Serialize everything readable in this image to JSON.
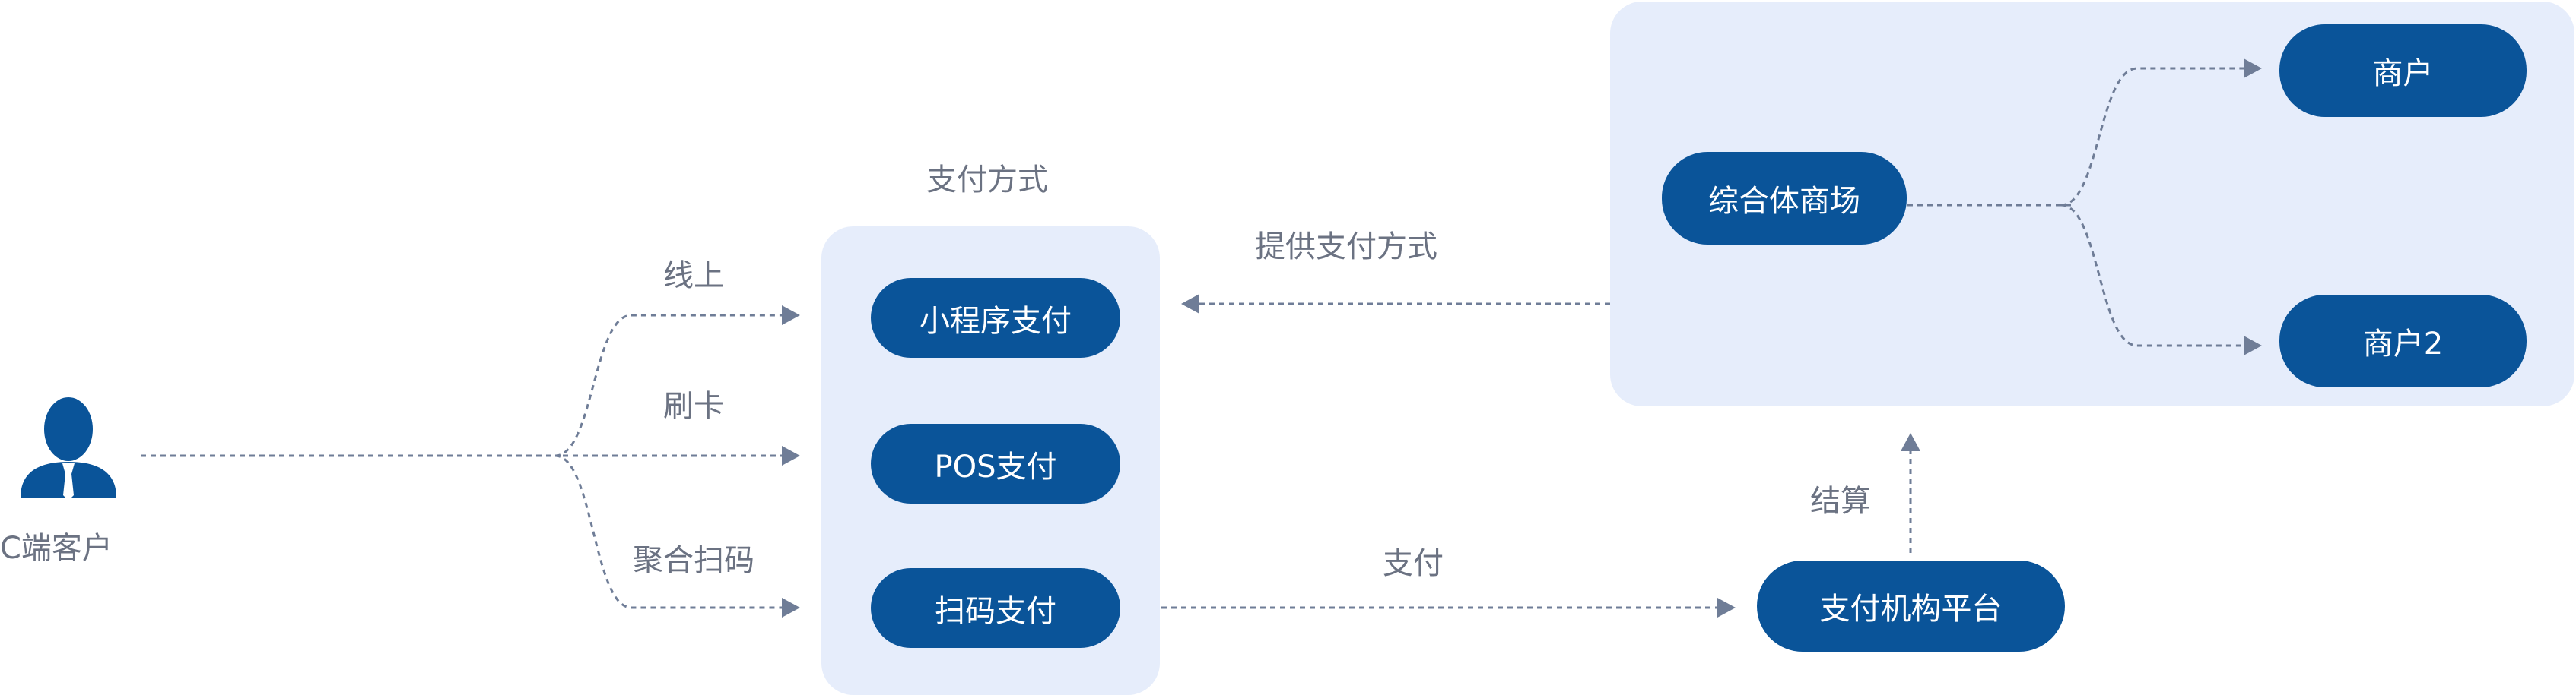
{
  "customer": {
    "label": "C端客户",
    "icon": "person-icon"
  },
  "channels": {
    "online": "线上",
    "card": "刷卡",
    "aggregate_scan": "聚合扫码"
  },
  "payment_methods": {
    "title": "支付方式",
    "items": [
      "小程序支付",
      "POS支付",
      "扫码支付"
    ]
  },
  "provide_label": "提供支付方式",
  "pay_label": "支付",
  "settle_label": "结算",
  "platform": "支付机构平台",
  "complex": {
    "name": "综合体商场",
    "merchants": [
      "商户",
      "商户2"
    ]
  },
  "colors": {
    "node": "#0a5499",
    "panel": "#e6edfb",
    "line": "#6f7d97",
    "text": "#6b7282"
  }
}
